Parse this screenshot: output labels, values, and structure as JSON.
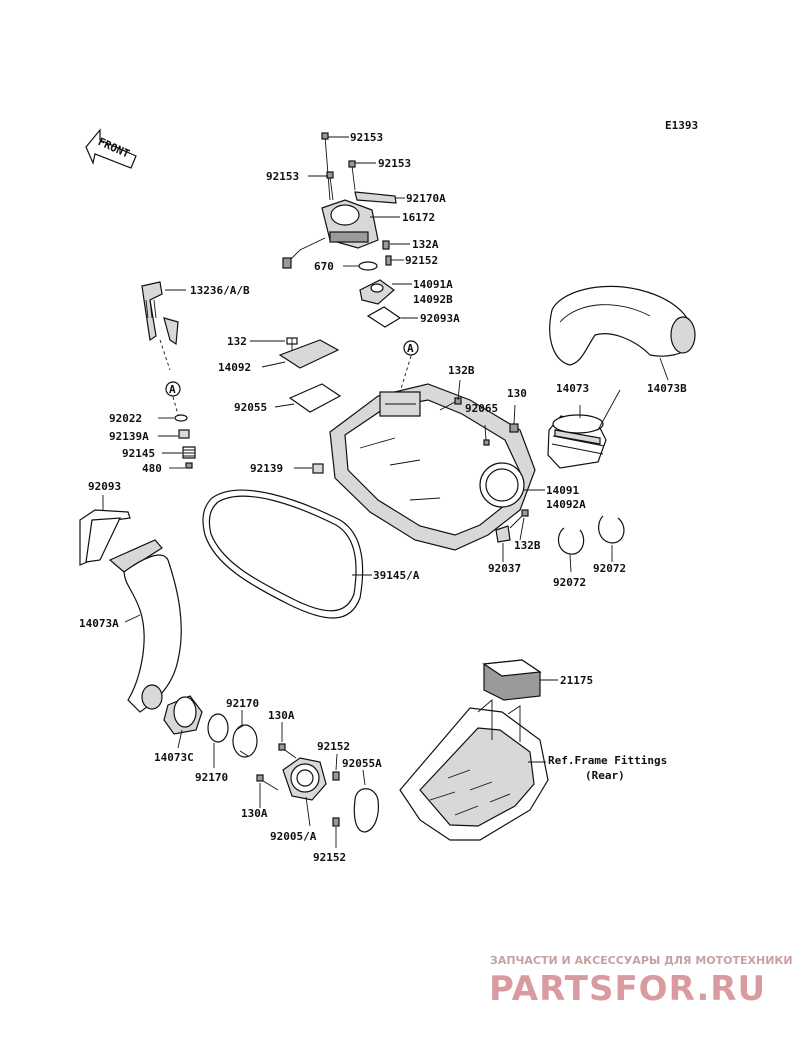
{
  "diagram_code": "E1393",
  "front_label": "FRONT",
  "circle_marker": "A",
  "labels": {
    "p92153_top": "92153",
    "p92153_right": "92153",
    "p92153_left": "92153",
    "p92170A": "92170A",
    "p16172": "16172",
    "p132A": "132A",
    "p92152_top": "92152",
    "p670": "670",
    "p14091A": "14091A",
    "p14092B": "14092B",
    "p92093A": "92093A",
    "p13236": "13236/A/B",
    "p132": "132",
    "p14092": "14092",
    "p92055": "92055",
    "p132B_top": "132B",
    "p130": "130",
    "p92065": "92065",
    "p14073": "14073",
    "p14073B": "14073B",
    "p92022": "92022",
    "p92139A": "92139A",
    "p92145": "92145",
    "p480": "480",
    "p92139": "92139",
    "p14091": "14091",
    "p14092A": "14092A",
    "p92093": "92093",
    "p132B_bot": "132B",
    "p92037": "92037",
    "p92072_l": "92072",
    "p92072_r": "92072",
    "p39145": "39145/A",
    "p14073A": "14073A",
    "p21175": "21175",
    "p92170_top": "92170",
    "p130A_top": "130A",
    "p92152_mid": "92152",
    "p92055A": "92055A",
    "p14073C": "14073C",
    "p92170_bot": "92170",
    "p130A_bot": "130A",
    "p92005": "92005/A",
    "p92152_bot": "92152",
    "ref_line1": "Ref.Frame Fittings",
    "ref_line2": "(Rear)"
  },
  "watermark": {
    "top_text": "ЗАПЧАСТИ И АКСЕССУАРЫ ДЛЯ МОТОТЕХНИКИ",
    "logo_text": "PARTSFOR.RU"
  }
}
